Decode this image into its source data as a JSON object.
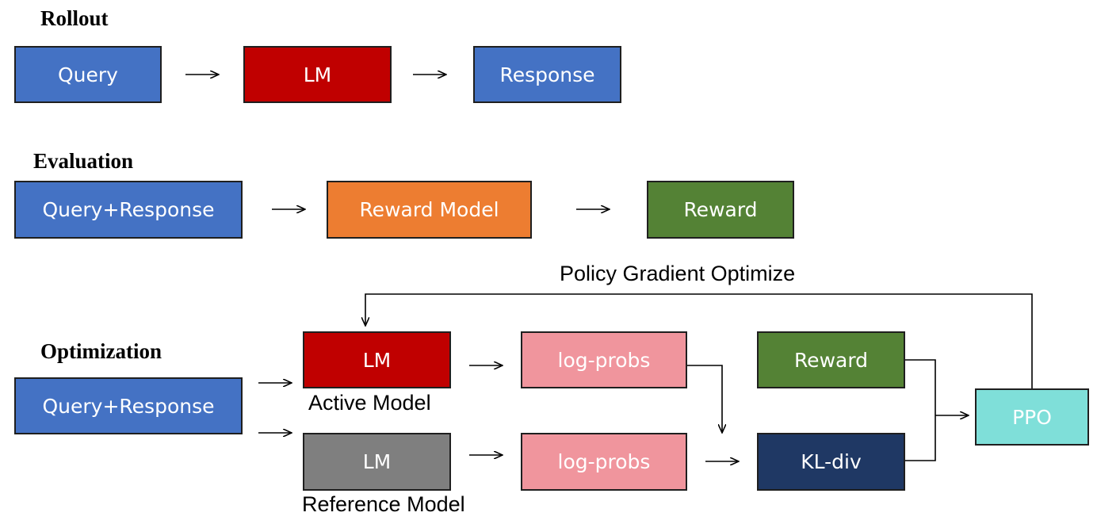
{
  "sections": {
    "rollout": "Rollout",
    "evaluation": "Evaluation",
    "optimization": "Optimization"
  },
  "rollout": {
    "query": "Query",
    "lm": "LM",
    "response": "Response"
  },
  "evaluation": {
    "query_response": "Query+Response",
    "reward_model": "Reward Model",
    "reward": "Reward"
  },
  "optimization": {
    "query_response": "Query+Response",
    "active_lm": "LM",
    "active_caption": "Active Model",
    "reference_lm": "LM",
    "reference_caption": "Reference Model",
    "active_logprobs": "log-probs",
    "reference_logprobs": "log-probs",
    "reward": "Reward",
    "kl_div": "KL-div",
    "ppo": "PPO",
    "feedback_label": "Policy Gradient Optimize"
  },
  "colors": {
    "input": "#4472c4",
    "active_lm": "#c00000",
    "reward_model": "#ed7d31",
    "reward": "#548235",
    "logprobs": "#f0959d",
    "reference_lm": "#7f7f7f",
    "kl_div": "#1f3864",
    "ppo": "#7fdfd9"
  }
}
